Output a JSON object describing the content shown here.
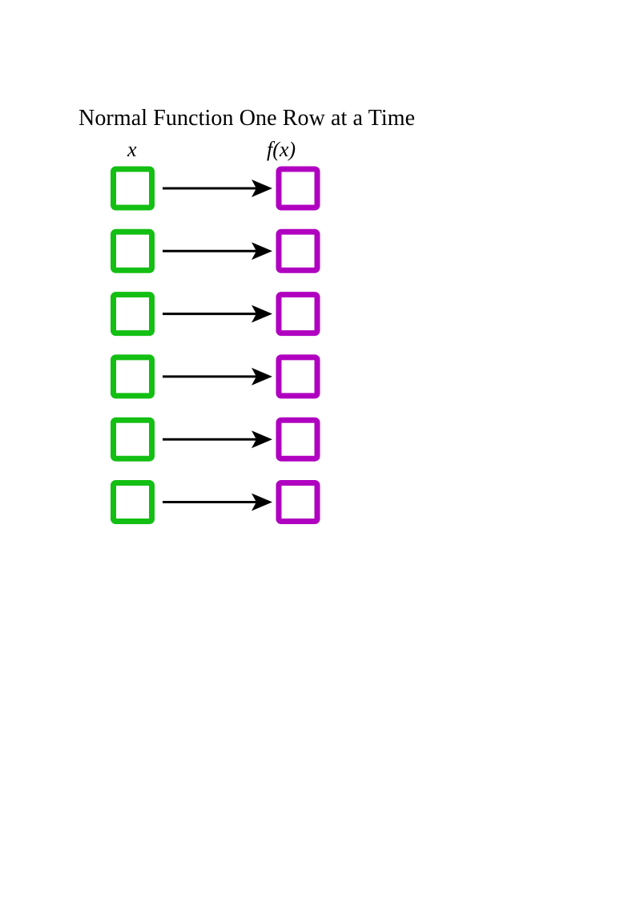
{
  "title": "Normal Function One Row at a Time",
  "input_label": "x",
  "output_label": "f(x)",
  "rows": 6,
  "colors": {
    "input_box": "#13bf13",
    "output_box": "#b000c0",
    "arrow": "#000000"
  }
}
